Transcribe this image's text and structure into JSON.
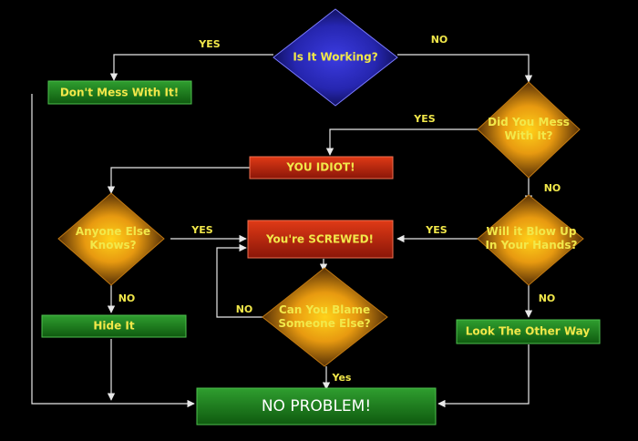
{
  "nodes": {
    "is_working": {
      "lines": [
        "Is It Working?"
      ]
    },
    "dont_mess": {
      "lines": [
        "Don't Mess With It!"
      ]
    },
    "did_you_mess": {
      "lines": [
        "Did You Mess",
        "With It?"
      ]
    },
    "you_idiot": {
      "lines": [
        "YOU IDIOT!"
      ]
    },
    "anyone_else": {
      "lines": [
        "Anyone Else",
        "Knows?"
      ]
    },
    "screwed": {
      "lines": [
        "You're SCREWED!"
      ]
    },
    "blow_up": {
      "lines": [
        "Will it Blow Up",
        "In Your Hands?"
      ]
    },
    "hide_it": {
      "lines": [
        "Hide It"
      ]
    },
    "blame": {
      "lines": [
        "Can You Blame",
        "Someone Else?"
      ]
    },
    "look_away": {
      "lines": [
        "Look The Other Way"
      ]
    },
    "no_problem": {
      "lines": [
        "NO PROBLEM!"
      ]
    }
  },
  "edge_labels": {
    "working_yes": "YES",
    "working_no": "NO",
    "mess_yes": "YES",
    "mess_no": "NO",
    "knows_yes": "YES",
    "knows_no": "NO",
    "blow_yes": "YES",
    "blow_no": "NO",
    "blame_no": "NO",
    "blame_yes": "Yes"
  },
  "colors": {
    "text": "#f2e84a",
    "wire": "#e8e8e8",
    "green": "#1e8a1e",
    "red": "#c02810",
    "blue": "#2a2ab8",
    "diamond_core": "#f2b010"
  }
}
